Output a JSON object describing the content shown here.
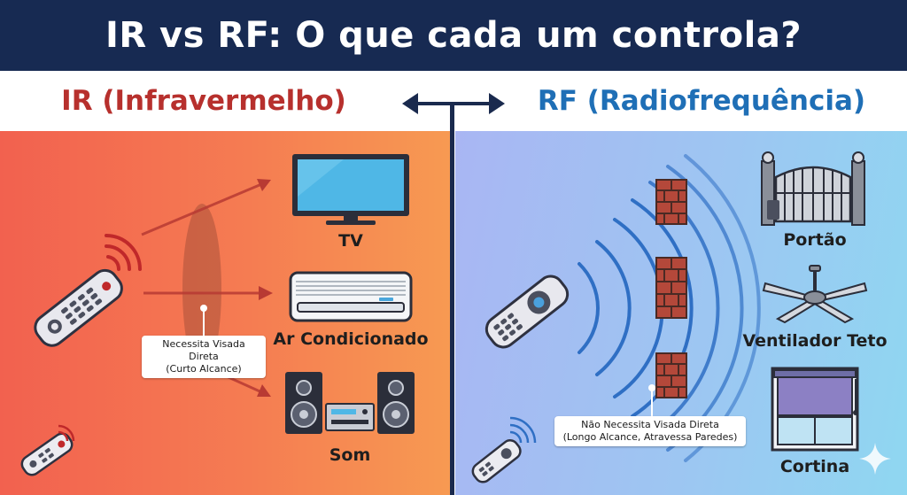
{
  "title": "IR vs RF: O que cada um controla?",
  "ir": {
    "heading": "IR (Infravermelho)",
    "callout": {
      "line1": "Necessita Visada Direta",
      "line2": "(Curto Alcance)"
    },
    "devices": {
      "tv": "TV",
      "ac": "Ar Condicionado",
      "sound": "Som"
    }
  },
  "rf": {
    "heading": "RF (Radiofrequência)",
    "callout": {
      "line1": "Não Necessita Visada Direta",
      "line2": "(Longo Alcance, Atravessa Paredes)"
    },
    "devices": {
      "gate": "Portão",
      "fan": "Ventilador Teto",
      "curtain": "Cortina"
    }
  },
  "colors": {
    "header_bg": "#172a52",
    "ir_heading": "#b7302d",
    "rf_heading": "#1f6fb6",
    "ir_beam": "#b83a33",
    "rf_wave": "#2f6fc4"
  }
}
